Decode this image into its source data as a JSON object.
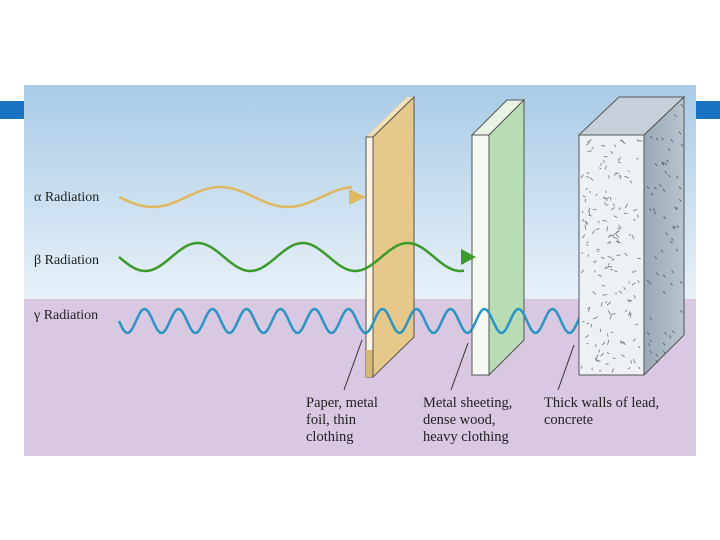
{
  "radiation": [
    {
      "symbol": "α",
      "label": "Radiation",
      "color": "#e0b860"
    },
    {
      "symbol": "β",
      "label": "Radiation",
      "color": "#3a9a2a"
    },
    {
      "symbol": "γ",
      "label": "Radiation",
      "color": "#2a94c4"
    }
  ],
  "barriers": [
    {
      "caption": "Paper, metal\nfoil, thin\nclothing",
      "color": "#e6c98a"
    },
    {
      "caption": "Metal sheeting,\ndense wood,\nheavy clothing",
      "color": "#b8dcb4"
    },
    {
      "caption": "Thick walls of lead,\nconcrete",
      "color": "#dfe6ec"
    }
  ],
  "colors": {
    "accent": "#1a73c0",
    "sky_top": "#a9cbe6",
    "sky_bottom": "#e8f1f8",
    "floor": "#d9c8e2"
  }
}
